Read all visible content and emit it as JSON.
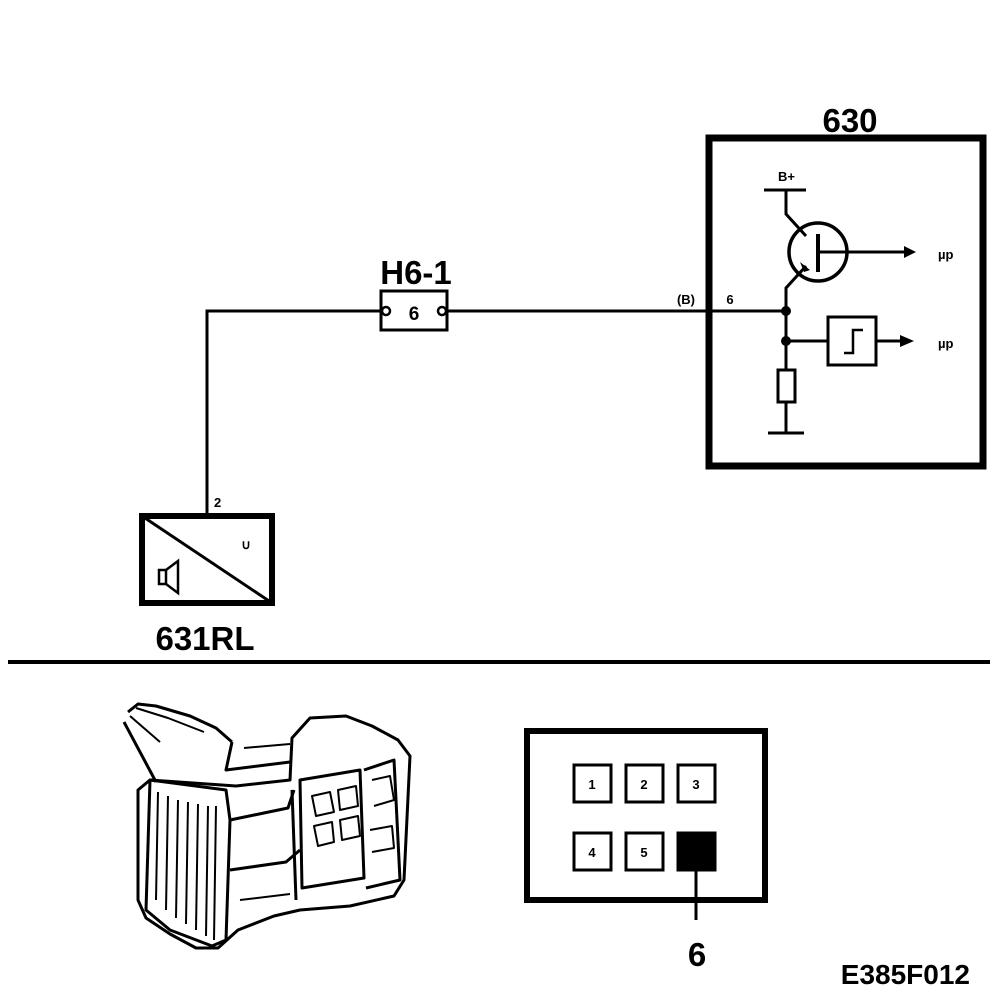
{
  "schematic": {
    "module": {
      "id": "630",
      "supply": "B+",
      "output_transistor": "µp",
      "output_comparator": "µp"
    },
    "fuse": {
      "id": "H6-1",
      "pin": "6"
    },
    "wire_label_module": "(B)",
    "wire_label_pin": "6",
    "speaker": {
      "id": "631RL",
      "pin": "2",
      "corner_mark": "∪"
    }
  },
  "connector": {
    "pins": [
      "1",
      "2",
      "3",
      "4",
      "5"
    ],
    "highlighted_pin": "6",
    "callout": "6"
  },
  "figure_code": "E385F012"
}
